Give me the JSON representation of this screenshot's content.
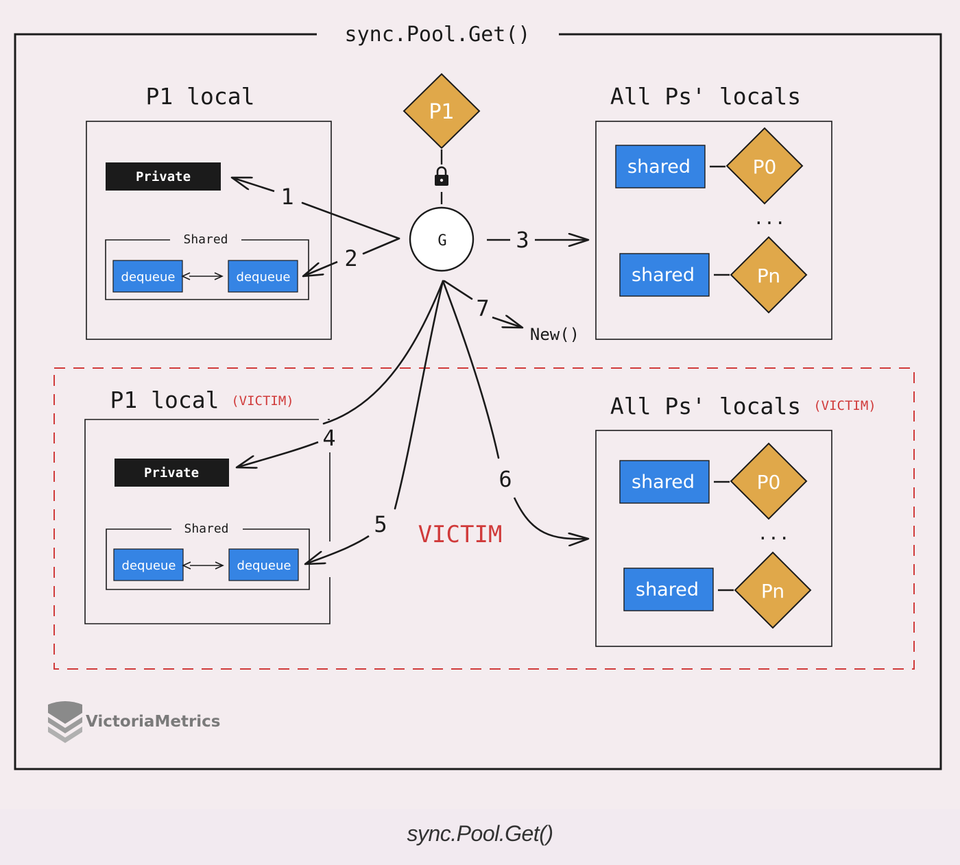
{
  "frame_title": "sync.Pool.Get()",
  "goroutine_label": "G",
  "current_p_label": "P1",
  "lock_icon": "lock-icon",
  "top_local": {
    "title": "P1 local",
    "private_label": "Private",
    "shared_label": "Shared",
    "dequeue_left": "dequeue",
    "dequeue_right": "dequeue"
  },
  "top_all": {
    "title": "All Ps' locals",
    "shared_top": "shared",
    "p_top": "P0",
    "ellipsis": "...",
    "shared_bottom": "shared",
    "p_bottom": "Pn"
  },
  "victim_local": {
    "title": "P1 local",
    "tag": "(VICTIM)",
    "private_label": "Private",
    "shared_label": "Shared",
    "dequeue_left": "dequeue",
    "dequeue_right": "dequeue"
  },
  "victim_all": {
    "title": "All Ps' locals",
    "tag": "(VICTIM)",
    "shared_top": "shared",
    "p_top": "P0",
    "ellipsis": "...",
    "shared_bottom": "shared",
    "p_bottom": "Pn"
  },
  "victim_center_label": "VICTIM",
  "new_label": "New()",
  "steps": {
    "s1": "1",
    "s2": "2",
    "s3": "3",
    "s4": "4",
    "s5": "5",
    "s6": "6",
    "s7": "7"
  },
  "logo_text": "VictoriaMetrics",
  "caption": "sync.Pool.Get()",
  "colors": {
    "background": "#f4ecef",
    "blue_box": "#3584e4",
    "private_box": "#1b1b1b",
    "diamond": "#e0a84a",
    "victim_red": "#d03a3a"
  }
}
